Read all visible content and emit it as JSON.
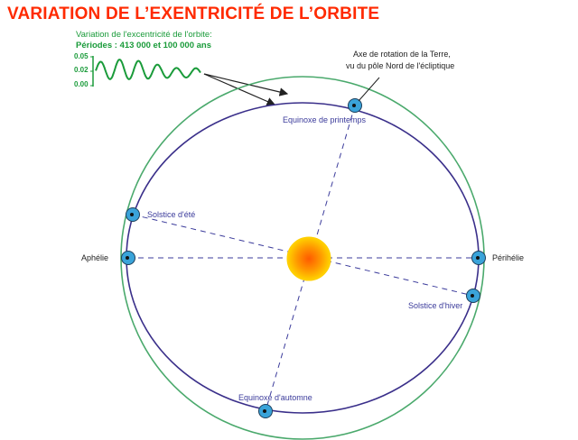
{
  "title": "VARIATION DE L’EXENTRICITÉ DE L’ORBITE",
  "eccentricity_panel": {
    "label": "Variation de l'excentricité de l'orbite:",
    "periods": "Périodes : 413 000 et 100 000 ans",
    "y_ticks": [
      "0.05",
      "0.02",
      "0.00"
    ]
  },
  "axis_note": {
    "line1": "Axe de rotation de la Terre,",
    "line2": "vu du pôle Nord de l'écliptique"
  },
  "positions": {
    "spring_equinox": "Equinoxe de printemps",
    "summer_solstice": "Solstice d'été",
    "aphelion": "Aphélie",
    "perihelion": "Périhélie",
    "winter_solstice": "Solstice d'hiver",
    "autumn_equinox": "Equinoxe d'automne"
  },
  "colors": {
    "title": "#ff2a00",
    "green": "#1a9b3a",
    "orbit_ellipse": "#3a2f8a",
    "orbit_circle": "#4aa96c",
    "dashed": "#3b3b9b",
    "earth": "#3aa3d9",
    "sun_core": "#ff7a00",
    "sun_rim": "#ffd400",
    "label_blue": "#3b3b9b"
  },
  "icons": {
    "earth": "earth-icon",
    "sun": "sun-icon"
  }
}
